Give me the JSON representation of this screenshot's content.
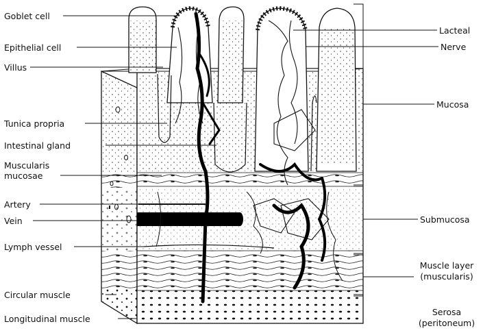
{
  "left_labels": {
    "goblet_cell": "Goblet cell",
    "epithelial_cell": "Epithelial cell",
    "villus": "Villus",
    "tunica_propria": "Tunica propria",
    "intestinal_gland": "Intestinal gland",
    "muscularis_mucosae_line1": "Muscularis",
    "muscularis_mucosae_line2": "mucosae",
    "artery": "Artery",
    "vein": "Vein",
    "lymph_vessel": "Lymph vessel",
    "circular_muscle": "Circular muscle",
    "longitudinal_muscle": "Longitudinal muscle"
  },
  "right_labels": {
    "lacteal": "Lacteal",
    "nerve": "Nerve",
    "mucosa": "Mucosa",
    "submucosa": "Submucosa",
    "muscle_layer_line1": "Muscle layer",
    "muscle_layer_line2": "(muscularis)",
    "serosa_line1": "Serosa",
    "serosa_line2": "(peritoneum)"
  }
}
